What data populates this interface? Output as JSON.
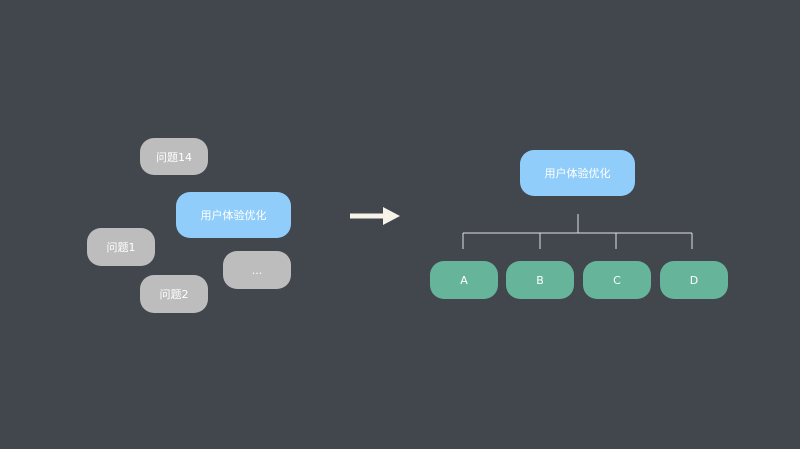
{
  "left_cluster": {
    "nodes": [
      {
        "label": "问题14"
      },
      {
        "label": "用户体验优化"
      },
      {
        "label": "问题1"
      },
      {
        "label": "..."
      },
      {
        "label": "问题2"
      }
    ]
  },
  "right_tree": {
    "root": {
      "label": "用户体验优化"
    },
    "children": [
      {
        "label": "A"
      },
      {
        "label": "B"
      },
      {
        "label": "C"
      },
      {
        "label": "D"
      }
    ]
  },
  "colors": {
    "background": "#42464d",
    "problem_node": "#bdbdbd",
    "topic_node": "#90cdfa",
    "child_node": "#66b59a",
    "arrow": "#f7f3e8",
    "connector": "#e0e0e0"
  }
}
